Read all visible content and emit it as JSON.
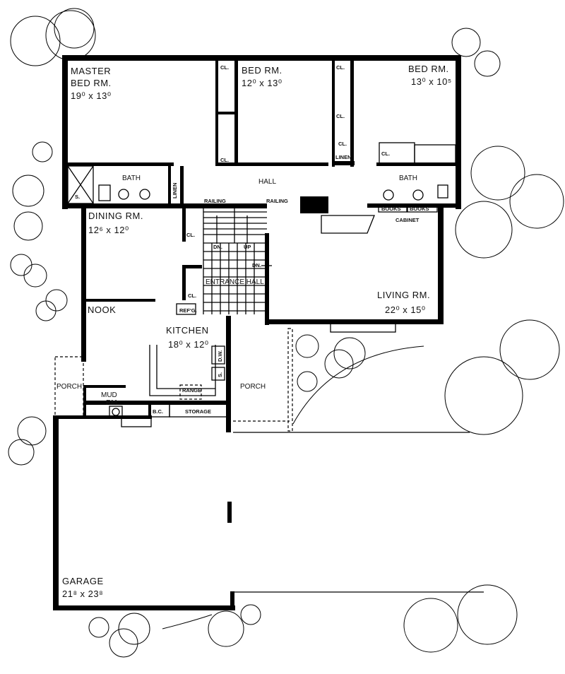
{
  "rooms": {
    "master": {
      "name1": "MASTER",
      "name2": "BED RM.",
      "dims": "19⁰ x 13⁰"
    },
    "bed2": {
      "name": "BED RM.",
      "dims": "12⁰ x 13⁰"
    },
    "bed3": {
      "name": "BED RM.",
      "dims": "13⁰ x 10⁵"
    },
    "dining": {
      "name": "DINING RM.",
      "dims": "12⁶ x 12⁰"
    },
    "living": {
      "name": "LIVING RM.",
      "dims": "22⁰ x 15⁰"
    },
    "kitchen": {
      "name": "KITCHEN",
      "dims": "18⁰ x 12⁰"
    },
    "garage": {
      "name": "GARAGE",
      "dims": "21⁸ x 23⁸"
    },
    "nook": "NOOK",
    "hall": "HALL",
    "entrance_hall": "ENTRANCE HALL",
    "bath": "BATH",
    "porch": "PORCH",
    "mud1": "MUD",
    "mud2": "RM.",
    "storage": "STORAGE"
  },
  "fixtures": {
    "closet": "CL.",
    "linen": "LINEN",
    "railing": "RAILING",
    "dn": "DN.",
    "up": "UP",
    "books": "BOOKS",
    "cabinet": "CABINET",
    "refg": "REF'G.",
    "dw": "D.W.",
    "sink": "S.",
    "range": "RANGE",
    "bc": "B.C.",
    "shower": "S."
  }
}
